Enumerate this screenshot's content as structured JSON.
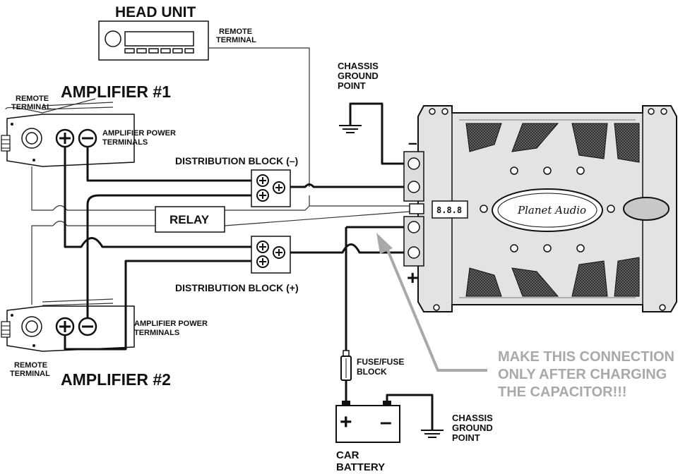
{
  "labels": {
    "head_unit": "HEAD UNIT",
    "remote_terminal_head": "REMOTE",
    "remote_terminal_head_2": "TERMINAL",
    "chassis_top_1": "CHASSIS",
    "chassis_top_2": "GROUND",
    "chassis_top_3": "POINT",
    "amp1_title": "AMPLIFIER #1",
    "amp1_remote_1": "REMOTE",
    "amp1_remote_2": "TERMINAL",
    "amp1_power_1": "AMPLIFIER POWER",
    "amp1_power_2": "TERMINALS",
    "dist_neg": "DISTRIBUTION BLOCK (–)",
    "relay": "RELAY",
    "dist_pos": "DISTRIBUTION BLOCK (+)",
    "amp2_power_1": "AMPLIFIER POWER",
    "amp2_power_2": "TERMINALS",
    "amp2_remote_1": "REMOTE",
    "amp2_remote_2": "TERMINAL",
    "amp2_title": "AMPLIFIER #2",
    "fuse_1": "FUSE/FUSE",
    "fuse_2": "BLOCK",
    "battery_1": "CAR",
    "battery_2": "BATTERY",
    "chassis_bottom_1": "CHASSIS",
    "chassis_bottom_2": "GROUND",
    "chassis_bottom_3": "POINT",
    "warning_1": "MAKE THIS CONNECTION",
    "warning_2": "ONLY AFTER CHARGING",
    "warning_3": "THE CAPACITOR!!!",
    "cap_minus": "–",
    "cap_plus": "+",
    "bat_plus": "+",
    "bat_minus": "–",
    "brand": "Planet Audio",
    "display": "8.8.8"
  },
  "colors": {
    "line": "#111111",
    "warning": "#a9a9a9",
    "cap_body": "#e3e3e3",
    "cap_mesh": "#555555"
  },
  "icons": {
    "ground": "ground-symbol-icon",
    "plus": "plus-terminal-icon",
    "minus": "minus-terminal-icon"
  }
}
